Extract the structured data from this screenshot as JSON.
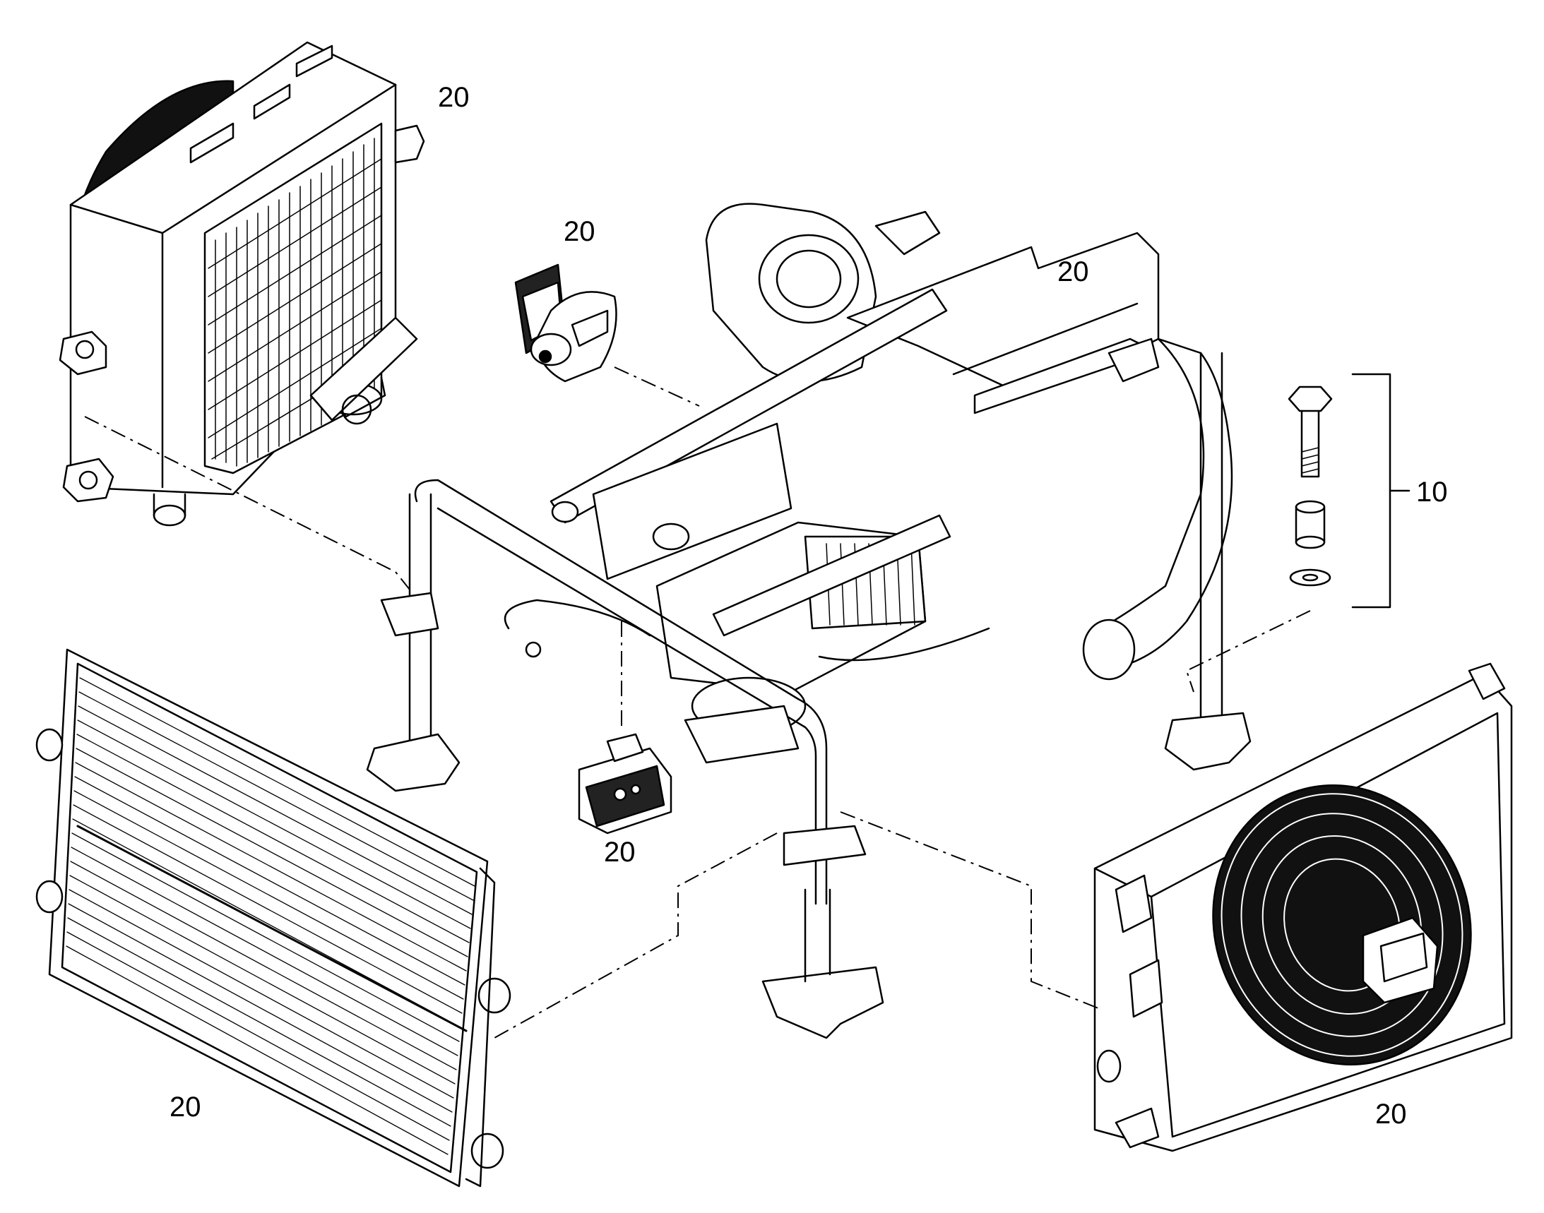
{
  "diagram": {
    "callouts": [
      {
        "id": "c1",
        "label": "20"
      },
      {
        "id": "c2",
        "label": "20"
      },
      {
        "id": "c3",
        "label": "20"
      },
      {
        "id": "c4",
        "label": "10"
      },
      {
        "id": "c5",
        "label": "20"
      },
      {
        "id": "c6",
        "label": "20"
      },
      {
        "id": "c7",
        "label": "20"
      }
    ],
    "colors": {
      "line": "#000000",
      "background": "#ffffff"
    },
    "parts": [
      {
        "name": "oil-cooler-radiator-with-fan"
      },
      {
        "name": "electric-water-pump"
      },
      {
        "name": "air-intake-assembly"
      },
      {
        "name": "mounting-hardware-kit"
      },
      {
        "name": "support-frame"
      },
      {
        "name": "main-radiator"
      },
      {
        "name": "control-module"
      },
      {
        "name": "radiator-with-axial-fan"
      }
    ]
  }
}
